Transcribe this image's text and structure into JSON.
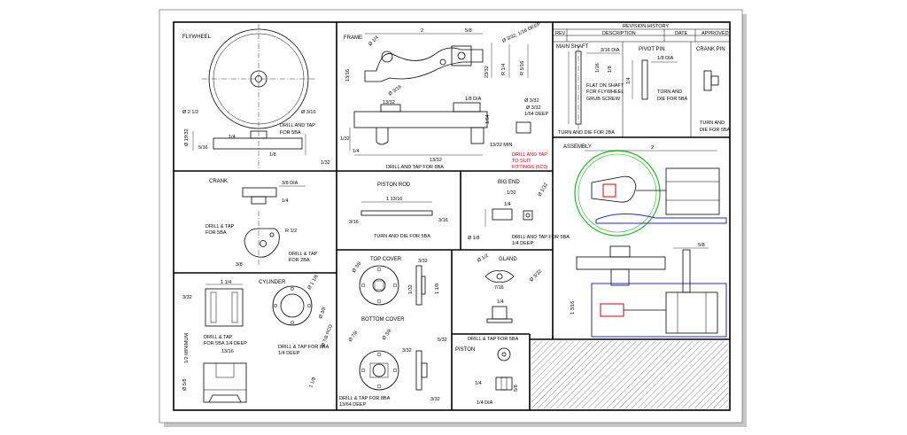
{
  "panels": {
    "flywheel": {
      "title": "FLYWHEEL",
      "dims": [
        "Ø 2 1/2",
        "Ø 3/16",
        "DRILL AND TAP",
        "FOR 5BA",
        "1/4",
        "5/16",
        "Ø 19/32",
        "1/8",
        "1/32"
      ]
    },
    "frame": {
      "title": "FRAME",
      "dims": [
        "2",
        "5/8",
        "Ø 1/4",
        "Ø 3/32, 1/16 DEEP",
        "23/32",
        "13/16",
        "R 1/4",
        "Ø 3/16",
        "R 5/16",
        "1/8 DIA",
        "13/32",
        "1/32",
        "1/4",
        "13/32",
        "Ø 3/32",
        "1/64",
        "13/32 MIN",
        "DRILL AND TAP FOR 8BA",
        "Ø 3/32",
        "1/64 DEEP"
      ],
      "red_note": [
        "DRILL AND TAP",
        "TO SUIT",
        "FITTINGS (6C0)"
      ]
    },
    "revision": {
      "title": "REVISION HISTORY",
      "headers": [
        "REV",
        "DESCRIPTION",
        "DATE",
        "APPROVED"
      ]
    },
    "main_shaft": {
      "title": "MAIN SHAFT",
      "dims": [
        "3/16 DIA",
        "1/16",
        "1/8"
      ],
      "notes": [
        "FLAT ON SHAFT",
        "FOR FLYWHEEL",
        "GRUB SCREW",
        "TURN AND DIE FOR 2BA"
      ]
    },
    "pivot_pin": {
      "title": "PIVOT PIN",
      "dims": [
        "1/8 DIA",
        "1/4"
      ],
      "notes": [
        "TURN AND",
        "DIE FOR 5BA"
      ]
    },
    "crank_pin": {
      "title": "CRANK PIN",
      "notes": [
        "TURN AND",
        "DIE FOR 5BA"
      ]
    },
    "assembly": {
      "title": "ASSEMBLY",
      "dims": [
        "2",
        "5/8",
        "1 3/16"
      ]
    },
    "crank": {
      "title": "CRANK",
      "dims": [
        "3/8 DIA",
        "1/4",
        "R 1/2",
        "3/8"
      ],
      "notes": [
        "DRILL & TAP",
        "FOR 5BA",
        "DRILL & TAP",
        "FOR 2BA"
      ]
    },
    "piston_rod": {
      "title": "PISTON ROD",
      "dims": [
        "1 13/16",
        "3/16",
        "3/16"
      ],
      "notes": [
        "TURN AND DIE FOR 5BA"
      ]
    },
    "big_end": {
      "title": "BIG END",
      "dims": [
        "1/32",
        "1/4",
        "Ø 1/8",
        "Ø 1/32"
      ],
      "notes": [
        "DRILL AND TAP FOR 5BA",
        "1/4 DEEP"
      ]
    },
    "cylinder": {
      "title": "CYLINDER",
      "dims": [
        "3/32",
        "1 1/4",
        "Ø 1 1/8",
        "Ø 3/8",
        "Ø 7/8 PCD",
        "13/16",
        "1/2 MINIMUM",
        "Ø 5/8",
        "1 1/8"
      ],
      "notes": [
        "DRILL & TAP",
        "FOR 5BA 1/4 DEEP",
        "DRILL & TAP FOR 8BA",
        "1/4 DEEP"
      ]
    },
    "top_cover": {
      "title": "TOP COVER",
      "dims": [
        "Ø 3/8",
        "3/32",
        "1/32",
        "1 1/8"
      ]
    },
    "bottom_cover": {
      "title": "BOTTOM COVER",
      "dims": [
        "Ø 7/8",
        "Ø 3/8",
        "3/32",
        "5/32",
        "3/32"
      ],
      "notes": [
        "DRILL & TAP FOR 8BA",
        "13/64 DEEP"
      ]
    },
    "gland": {
      "title": "GLAND",
      "dims": [
        "Ø 1/2",
        "Ø 3/32",
        "7/16",
        "1/4"
      ]
    },
    "piston": {
      "title": "PISTON",
      "dims": [
        "1/4",
        "5/8",
        "1/4 DIA"
      ],
      "notes": [
        "DRILL & TAP FOR 5BA"
      ]
    }
  },
  "colors": {
    "flywheel_green": "#19c219",
    "cylinder_blue": "#1a2bd4",
    "highlight_red": "#e00000",
    "hatch_grey": "#8a8a8a"
  }
}
